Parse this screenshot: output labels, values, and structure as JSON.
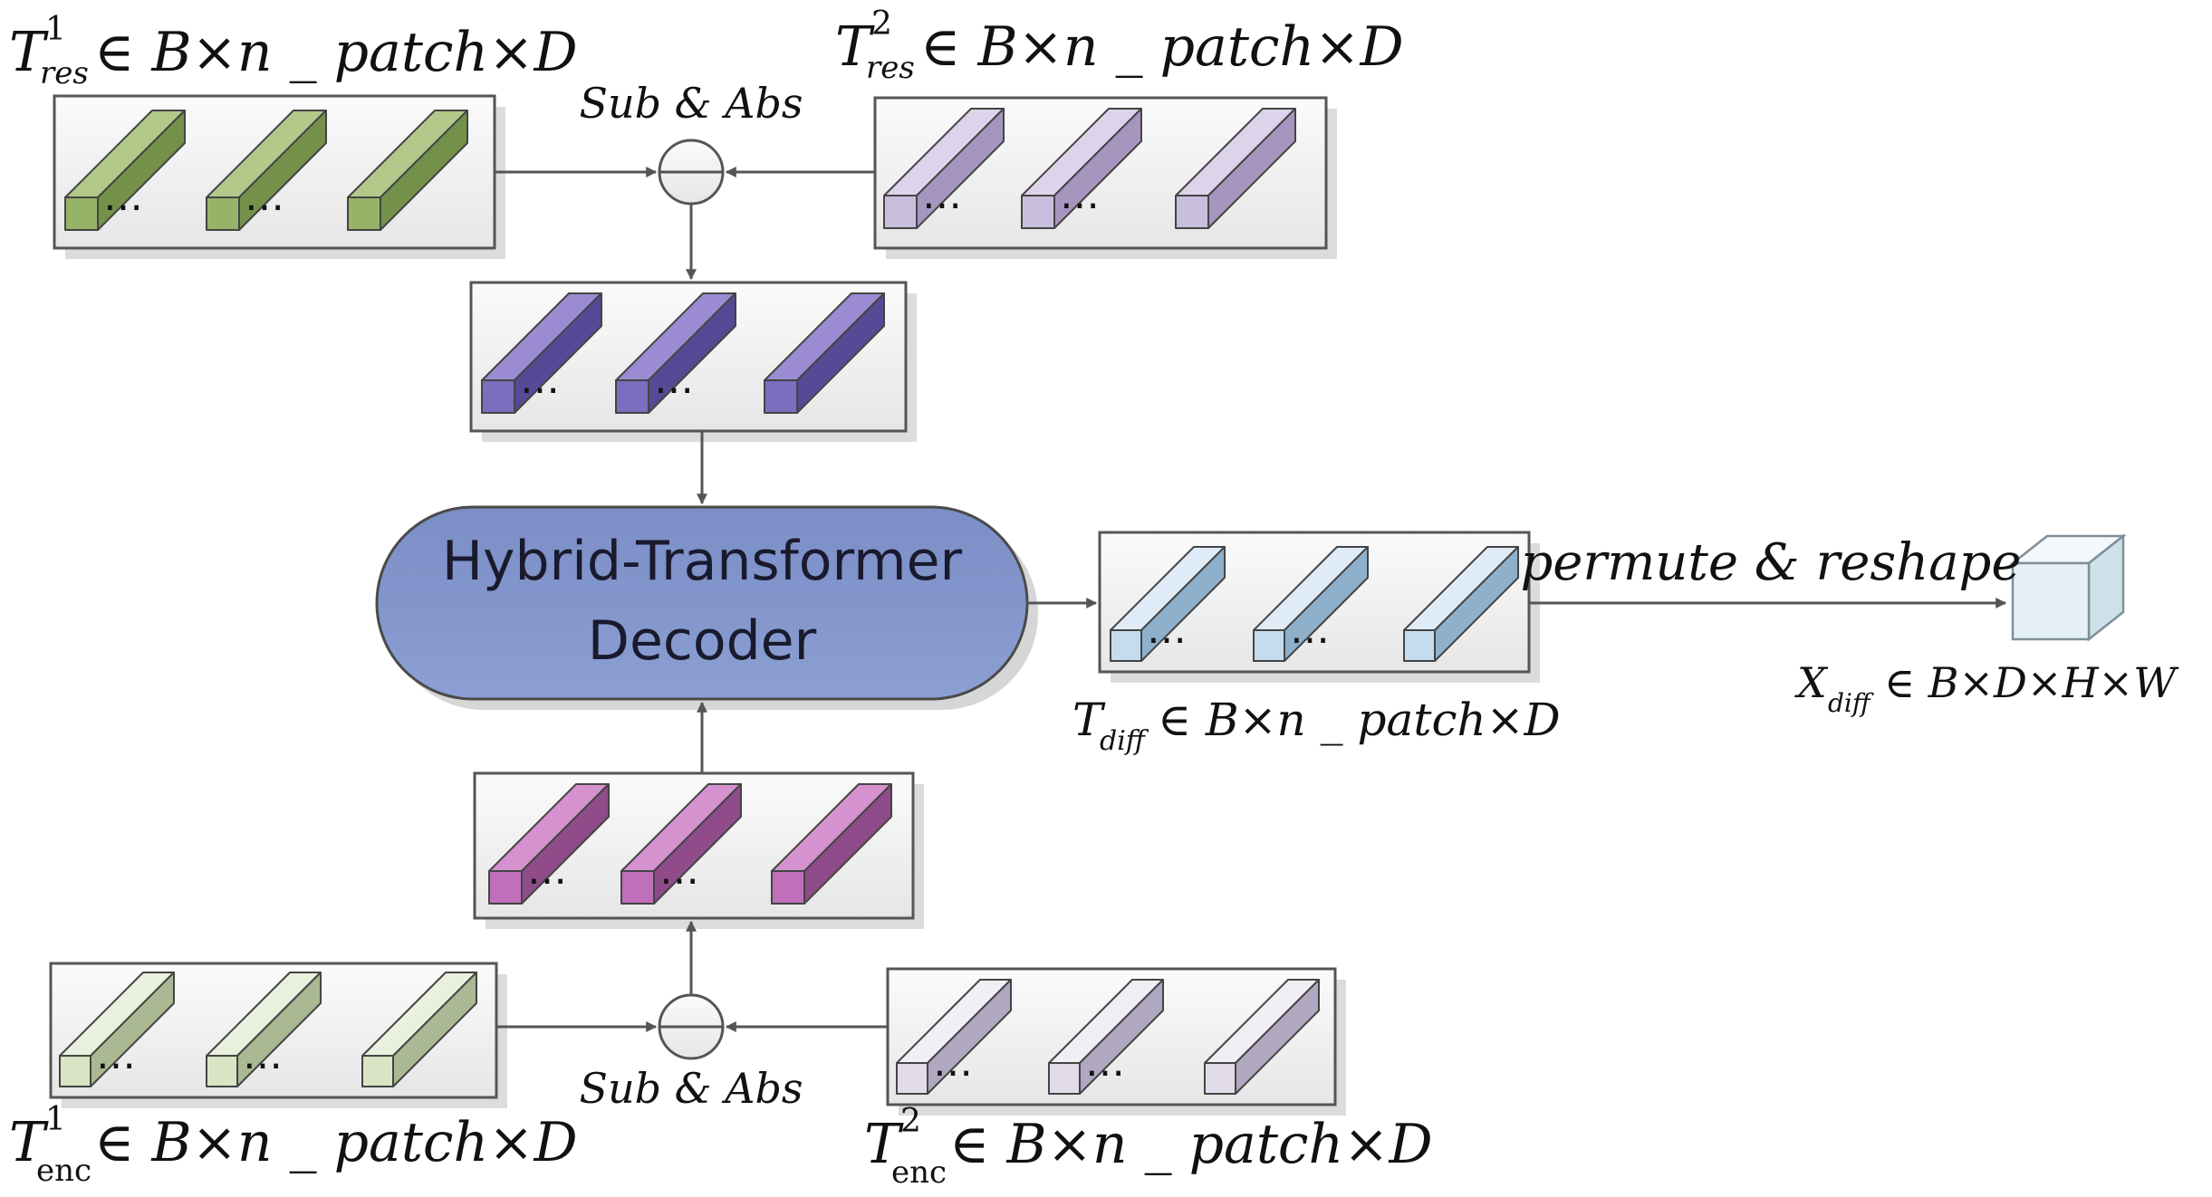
{
  "labels": {
    "t_res1": {
      "sym": "T",
      "sup": "1",
      "sub": "res",
      "rest": "∈ B×n _ patch×D"
    },
    "t_res2": {
      "sym": "T",
      "sup": "2",
      "sub": "res",
      "rest": "∈ B×n _ patch×D"
    },
    "t_enc1": {
      "sym": "T",
      "sup": "1",
      "sub": "enc",
      "rest": "∈ B×n _ patch×D"
    },
    "t_enc2": {
      "sym": "T",
      "sup": "2",
      "sub": "enc",
      "rest": "∈ B×n _ patch×D"
    },
    "t_diff": {
      "sym": "T",
      "sub": "diff",
      "rest": "∈ B×n _ patch×D"
    },
    "x_diff": {
      "sym": "X",
      "sub": "diff",
      "rest": "∈ B×D×H×W"
    },
    "sub_abs_top": "Sub & Abs",
    "sub_abs_bottom": "Sub & Abs",
    "permute": "permute & reshape",
    "decoder_line1": "Hybrid-Transformer",
    "decoder_line2": "Decoder",
    "dots": "…"
  },
  "colors": {
    "green": [
      "#b2c98a",
      "#97b367",
      "#74914a"
    ],
    "lavender": [
      "#ddd3ea",
      "#c9bedd",
      "#a696bf"
    ],
    "purple": [
      "#9a8bd2",
      "#7c6dc0",
      "#554a96"
    ],
    "magenta": [
      "#d592cf",
      "#c06fba",
      "#8f4b8a"
    ],
    "lightgreen": [
      "#eaf0de",
      "#d9e4c4",
      "#aab893"
    ],
    "lightlav": [
      "#f1eef5",
      "#e2dcea",
      "#b0a7c0"
    ],
    "lightblue": [
      "#dfecf7",
      "#c5dcee",
      "#8fb0cb"
    ],
    "decoder": "#7f93c9",
    "box_fill": "#f3f3f3",
    "box_stroke": "#555555",
    "arrow": "#555555"
  }
}
